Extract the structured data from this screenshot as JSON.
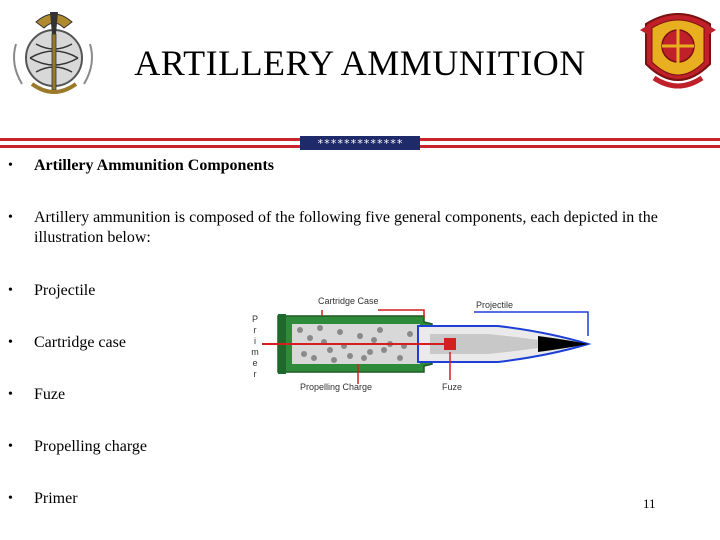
{
  "slide": {
    "title": "ARTILLERY AMMUNITION",
    "page_number": "11",
    "bullets": [
      {
        "text": "Artillery Ammunition Components",
        "bold": true
      },
      {
        "text": "Artillery ammunition is composed of the following five general components, each depicted in the illustration below:",
        "bold": false
      },
      {
        "text": "Projectile",
        "bold": false
      },
      {
        "text": "Cartridge case",
        "bold": false
      },
      {
        "text": "Fuze",
        "bold": false
      },
      {
        "text": "Propelling charge",
        "bold": false
      },
      {
        "text": "Primer",
        "bold": false
      }
    ],
    "bullet_glyph": "•"
  },
  "divider": {
    "stars": "*************"
  },
  "diagram": {
    "labels": {
      "cartridge_case": "Cartridge Case",
      "projectile": "Projectile",
      "propelling_charge": "Propelling Charge",
      "fuze": "Fuze",
      "primer_letters": [
        "P",
        "r",
        "i",
        "m",
        "e",
        "r"
      ]
    }
  },
  "colors": {
    "divider_red": "#c8242b",
    "divider_blue": "#1f2a6b",
    "case_green": "#2e8b3a",
    "projectile_blue": "#1d3fd6",
    "label_red": "#d21f1f"
  },
  "icons": {
    "left_logo": "eagle-globe-anchor-emblem-icon",
    "right_logo": "red-gold-unit-insignia-icon"
  }
}
